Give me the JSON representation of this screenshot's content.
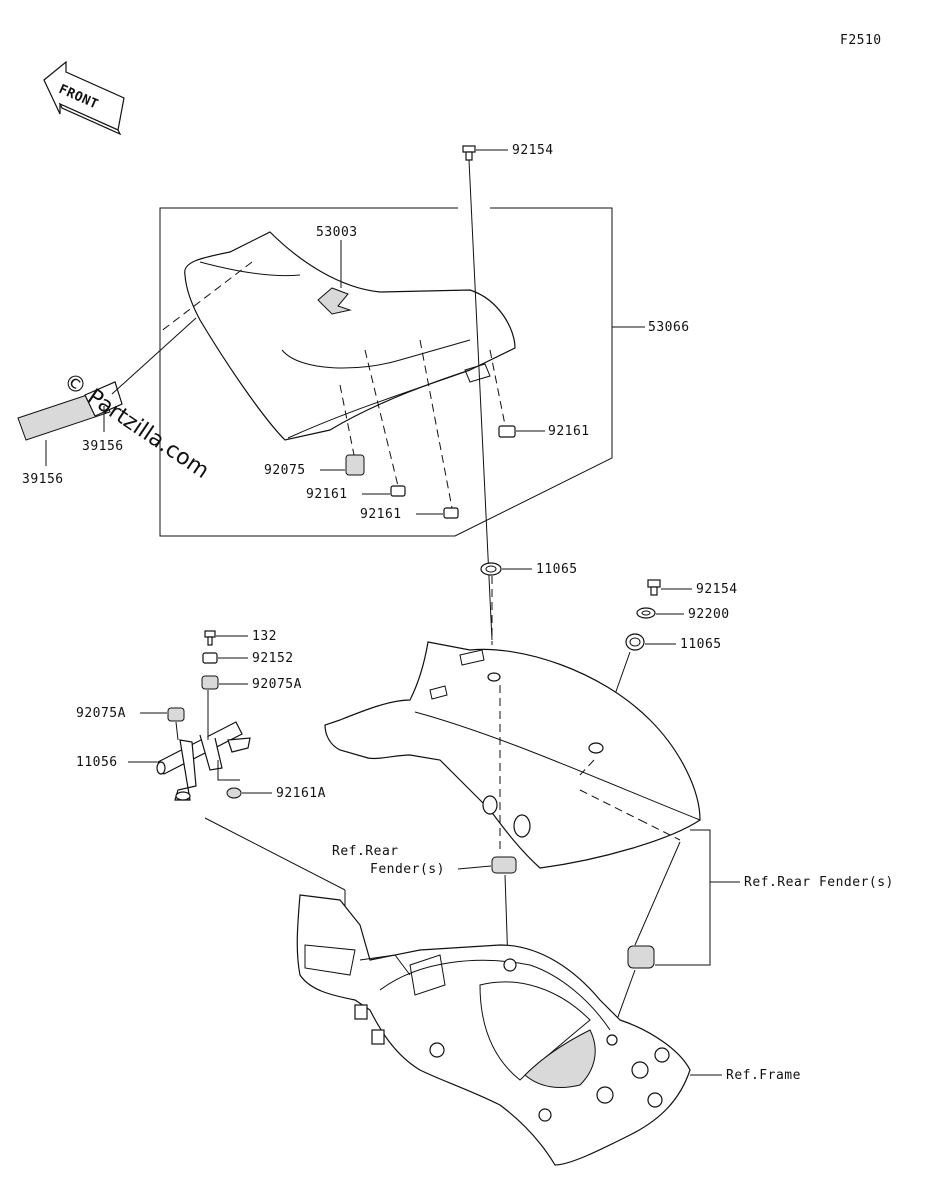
{
  "figure_code": "F2510",
  "front_label": "FRONT",
  "watermark": "© Partzilla.com",
  "labels": {
    "p53003": "53003",
    "p53066": "53066",
    "p92154_top": "92154",
    "p92161_right": "92161",
    "p92075": "92075",
    "p92161_mid": "92161",
    "p92161_low": "92161",
    "p39156_a": "39156",
    "p39156_b": "39156",
    "p11065_mid": "11065",
    "p92154_right": "92154",
    "p92200": "92200",
    "p11065_right": "11065",
    "p132": "132",
    "p92152": "92152",
    "p92075A_right": "92075A",
    "p92075A_left": "92075A",
    "p11056": "11056",
    "p92161A": "92161A",
    "ref_rear_fender_1": "Ref.Rear",
    "ref_rear_fender_2": "Fender(s)",
    "ref_rear_fender_right": "Ref.Rear Fender(s)",
    "ref_frame": "Ref.Frame"
  }
}
